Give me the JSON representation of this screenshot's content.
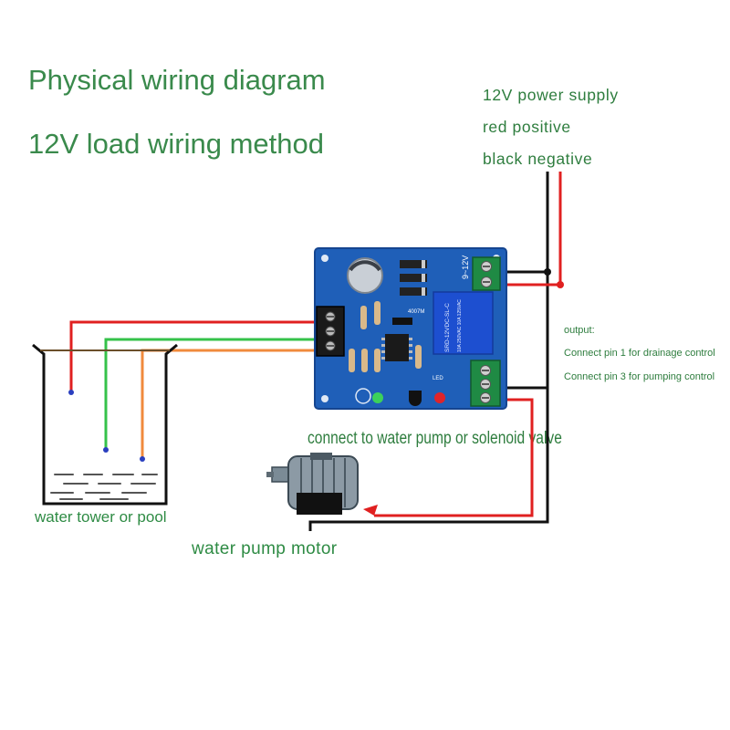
{
  "titles": {
    "line1": "Physical wiring diagram",
    "line2": "12V load wiring method"
  },
  "power_supply": {
    "line1": "12V power supply",
    "line2": "red positive",
    "line3": "black negative"
  },
  "output": {
    "heading": "output:",
    "pin1": "Connect pin 1 for drainage control",
    "pin3": "Connect pin 3 for pumping control"
  },
  "pump_note": "connect to water pump or solenoid valve",
  "tank_label": "water tower or pool",
  "motor_label": "water pump motor",
  "board": {
    "voltage_label": "9~12V",
    "relay_text": "SRD-12VDC-SL-C",
    "relay_spec": "10A 250VAC 10A 125VAC",
    "diode_text": "4007M",
    "led_text": "LED"
  },
  "colors": {
    "title_green": "#3a8a4c",
    "wire_red": "#e02020",
    "wire_black": "#111111",
    "wire_green": "#35c24a",
    "wire_orange": "#f08a3c",
    "pcb_blue": "#1f5fb8"
  }
}
